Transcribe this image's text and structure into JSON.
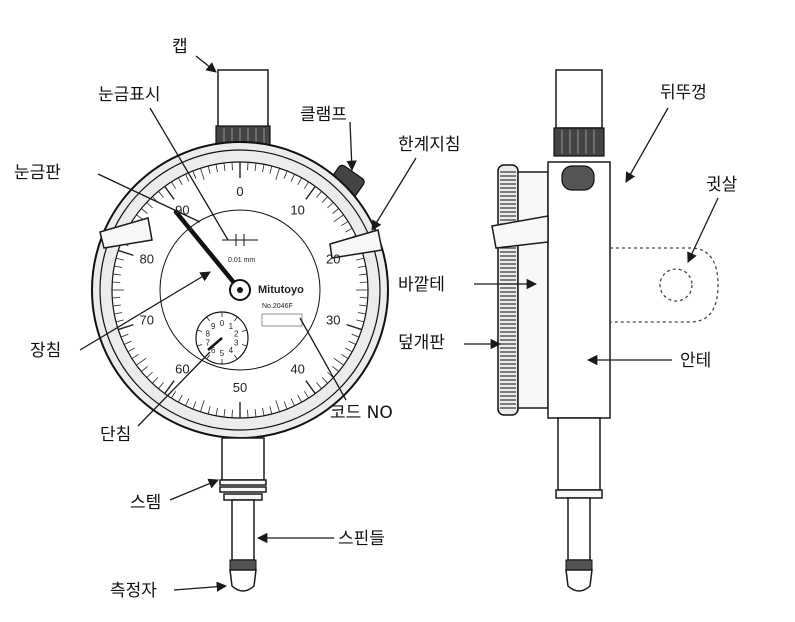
{
  "labels": {
    "cap": "캡",
    "scale_mark": "눈금표시",
    "clamp": "클램프",
    "dial_plate": "눈금판",
    "limit_pointer": "한계지침",
    "long_hand": "장침",
    "code_no": "코드 NO",
    "short_hand": "단침",
    "stem": "스템",
    "spindle": "스핀들",
    "contact_point": "측정자",
    "back_cover": "뒤뚜껑",
    "lug": "귓살",
    "bezel": "바깥테",
    "cover_glass": "덮개판",
    "inner_frame": "안테"
  },
  "dial": {
    "main_numbers": [
      "0",
      "10",
      "20",
      "30",
      "40",
      "50",
      "60",
      "70",
      "80",
      "90"
    ],
    "sub_numbers": [
      "0",
      "1",
      "2",
      "3",
      "4",
      "5",
      "6",
      "7",
      "8",
      "9"
    ],
    "resolution_text": "0.01 mm",
    "brand_text": "Mitutoyo",
    "model_text": "No.2046F"
  },
  "arrow_color": "#1a1a1a"
}
